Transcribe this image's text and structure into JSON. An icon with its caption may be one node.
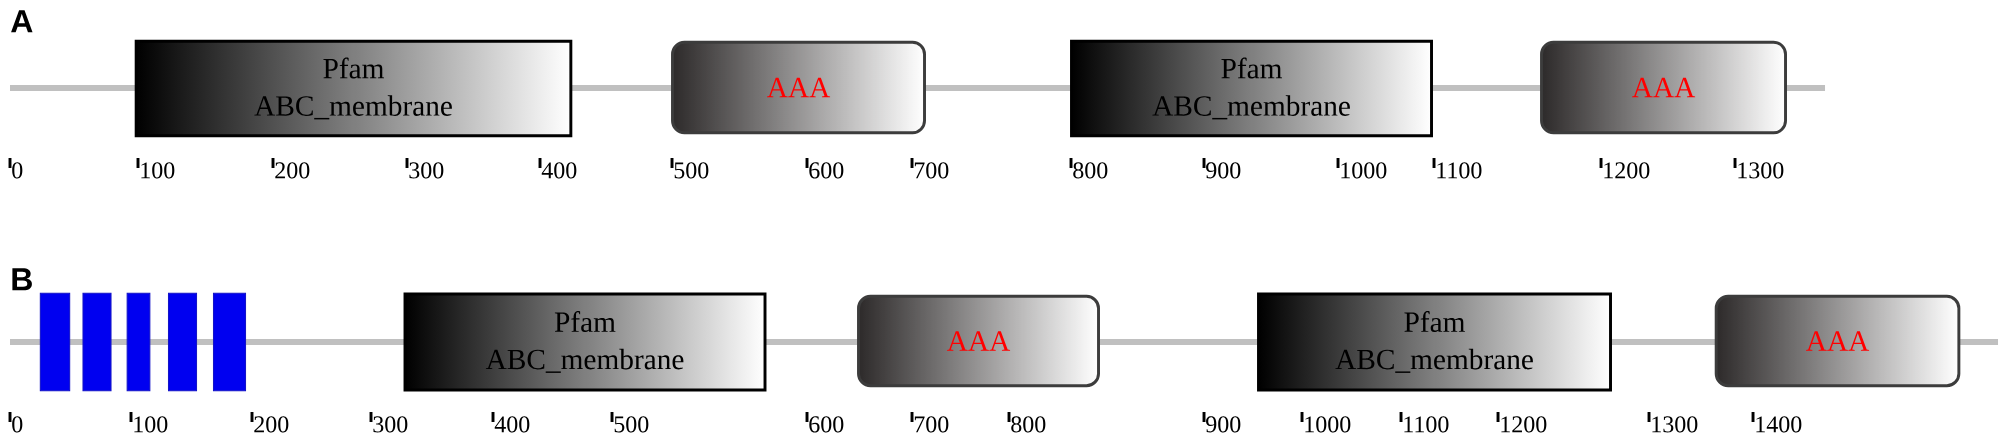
{
  "diagram": {
    "nodes": [
      {
        "text": [
          "Pfam",
          "ABC_membrane"
        ]
      },
      {
        "text": [
          "AAA"
        ]
      },
      {
        "text": [
          "Pfam",
          "ABC_membrane"
        ]
      },
      {
        "text": [
          "AAA"
        ]
      },
      {
        "text": [],
        "shape": "bar"
      },
      {
        "text": [],
        "shape": "bar"
      },
      {
        "text": [],
        "shape": "bar"
      },
      {
        "text": [],
        "shape": "bar"
      },
      {
        "text": [],
        "shape": "bar"
      },
      {
        "text": [
          "Pfam",
          "ABC_membrane"
        ]
      },
      {
        "text": [
          "AAA"
        ]
      },
      {
        "text": [
          "Pfam",
          "ABC_membrane"
        ]
      },
      {
        "text": [
          "AAA"
        ]
      }
    ],
    "labels": [
      "A",
      "0",
      "100",
      "200",
      "300",
      "400",
      "500",
      "600",
      "700",
      "800",
      "900",
      "1000",
      "1100",
      "1200",
      "1300",
      "B",
      "0",
      "100",
      "200",
      "300",
      "400",
      "500",
      "600",
      "700",
      "800",
      "900",
      "1000",
      "1100",
      "1200",
      "1300",
      "1400"
    ]
  }
}
